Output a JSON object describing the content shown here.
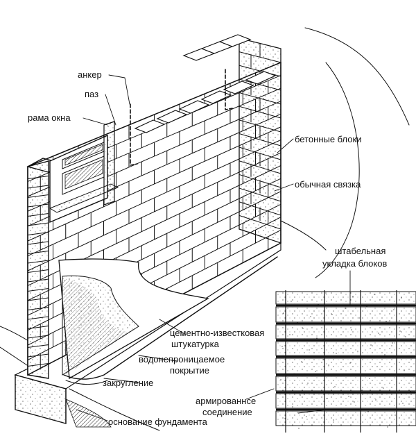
{
  "labels": {
    "anchor": "анкер",
    "groove": "паз",
    "window_frame": "рама окна",
    "concrete_blocks": "бетонные блоки",
    "common_bond": "обычная связка",
    "stack_bond_line1": "штабельная",
    "stack_bond_line2": "укладка блоков",
    "plaster_line1": "цементно-известковая",
    "plaster_line2": "штукатурка",
    "waterproof_line1": "водонепроницаемое",
    "waterproof_line2": "покрытие",
    "cove": "закругление",
    "reinforced_line1": "армированнсе",
    "reinforced_line2": "соединение",
    "foundation": "основание фундамента"
  },
  "colors": {
    "ink": "#111111",
    "paper": "#ffffff"
  }
}
